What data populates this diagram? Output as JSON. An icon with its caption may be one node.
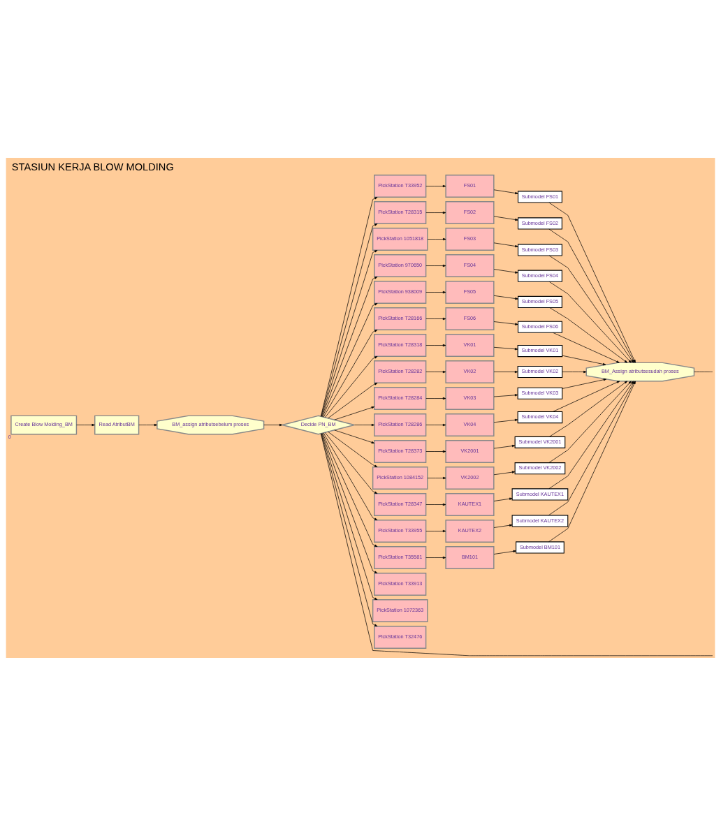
{
  "diagram": {
    "title": "STASIUN KERJA BLOW MOLDING",
    "nodes": [
      {
        "text": [
          "Create Blow Molding_BM"
        ],
        "beside": [
          "0"
        ]
      },
      {
        "text": [
          "Read AtributBM"
        ]
      },
      {
        "text": [
          "BM_assign atributsebelum proses"
        ]
      },
      {
        "text": [
          "Decide PN_BM"
        ]
      },
      {
        "text": [
          "PickStation T33952"
        ]
      },
      {
        "text": [
          "PickStation T28315"
        ]
      },
      {
        "text": [
          "PickStation 1051818"
        ]
      },
      {
        "text": [
          "PickStation 970650"
        ]
      },
      {
        "text": [
          "PickStation 938009"
        ]
      },
      {
        "text": [
          "PickStation T28166"
        ]
      },
      {
        "text": [
          "PickStation T28318"
        ]
      },
      {
        "text": [
          "PickStation T28282"
        ]
      },
      {
        "text": [
          "PickStation T28284"
        ]
      },
      {
        "text": [
          "PickStation T28286"
        ]
      },
      {
        "text": [
          "PickStation T28373"
        ]
      },
      {
        "text": [
          "PickStation 1084152"
        ]
      },
      {
        "text": [
          "PickStation T28347"
        ]
      },
      {
        "text": [
          "PickStation T33955"
        ]
      },
      {
        "text": [
          "PickStation T35581"
        ]
      },
      {
        "text": [
          "PickStation T33913"
        ]
      },
      {
        "text": [
          "PickStation 1072363"
        ]
      },
      {
        "text": [
          "PickStation T32476"
        ]
      },
      {
        "text": [
          "FS01"
        ]
      },
      {
        "text": [
          "FS02"
        ]
      },
      {
        "text": [
          "FS03"
        ]
      },
      {
        "text": [
          "FS04"
        ]
      },
      {
        "text": [
          "FS05"
        ]
      },
      {
        "text": [
          "FS06"
        ]
      },
      {
        "text": [
          "VK01"
        ]
      },
      {
        "text": [
          "VK02"
        ]
      },
      {
        "text": [
          "VK03"
        ]
      },
      {
        "text": [
          "VK04"
        ]
      },
      {
        "text": [
          "VK2001"
        ]
      },
      {
        "text": [
          "VK2002"
        ]
      },
      {
        "text": [
          "KAUTEX1"
        ]
      },
      {
        "text": [
          "KAUTEX2"
        ]
      },
      {
        "text": [
          "BM101"
        ]
      },
      {
        "text": [
          "Submodel FS01"
        ]
      },
      {
        "text": [
          "Submodel FS02"
        ]
      },
      {
        "text": [
          "Submodel FS03"
        ]
      },
      {
        "text": [
          "Submodel FS04"
        ]
      },
      {
        "text": [
          "Submodel FS05"
        ]
      },
      {
        "text": [
          "Submodel FS06"
        ]
      },
      {
        "text": [
          "Submodel VK01"
        ]
      },
      {
        "text": [
          "Submodel VK02"
        ]
      },
      {
        "text": [
          "Submodel VK03"
        ]
      },
      {
        "text": [
          "Submodel VK04"
        ]
      },
      {
        "text": [
          "Submodel VK2001"
        ]
      },
      {
        "text": [
          "Submodel VK2002"
        ]
      },
      {
        "text": [
          "Submodel KAUTEX1"
        ]
      },
      {
        "text": [
          "Submodel KAUTEX2"
        ]
      },
      {
        "text": [
          "Submodel BM101"
        ]
      },
      {
        "text": [
          "BM_Assign atributsesudah proses"
        ]
      }
    ],
    "edges": [
      {
        "from": 0,
        "to": 1,
        "arrow": "to"
      },
      {
        "from": 1,
        "to": 2,
        "arrow": "to"
      },
      {
        "from": 2,
        "to": 3,
        "arrow": "to"
      },
      {
        "from": 3,
        "to": null,
        "arrow": "none"
      },
      {
        "from": 3,
        "to": 4,
        "arrow": "to"
      },
      {
        "from": 3,
        "to": 5,
        "arrow": "to"
      },
      {
        "from": 3,
        "to": 6,
        "arrow": "to"
      },
      {
        "from": 3,
        "to": 7,
        "arrow": "to"
      },
      {
        "from": 3,
        "to": 8,
        "arrow": "to"
      },
      {
        "from": 3,
        "to": 9,
        "arrow": "to"
      },
      {
        "from": 3,
        "to": 10,
        "arrow": "to"
      },
      {
        "from": 3,
        "to": 11,
        "arrow": "to"
      },
      {
        "from": 3,
        "to": 12,
        "arrow": "to"
      },
      {
        "from": 3,
        "to": 13,
        "arrow": "to"
      },
      {
        "from": 3,
        "to": 14,
        "arrow": "to"
      },
      {
        "from": 3,
        "to": 15,
        "arrow": "to"
      },
      {
        "from": 3,
        "to": 16,
        "arrow": "to"
      },
      {
        "from": 3,
        "to": 17,
        "arrow": "to"
      },
      {
        "from": 3,
        "to": 18,
        "arrow": "to"
      },
      {
        "from": 3,
        "to": 19,
        "arrow": "to"
      },
      {
        "from": 3,
        "to": 20,
        "arrow": "to"
      },
      {
        "from": 3,
        "to": 21,
        "arrow": "to"
      },
      {
        "from": 4,
        "to": 22,
        "arrow": "to"
      },
      {
        "from": 5,
        "to": 23,
        "arrow": "to"
      },
      {
        "from": 6,
        "to": 24,
        "arrow": "to"
      },
      {
        "from": 7,
        "to": 25,
        "arrow": "to"
      },
      {
        "from": 8,
        "to": 26,
        "arrow": "to"
      },
      {
        "from": 9,
        "to": 27,
        "arrow": "to"
      },
      {
        "from": 10,
        "to": 28,
        "arrow": "to"
      },
      {
        "from": 11,
        "to": 29,
        "arrow": "to"
      },
      {
        "from": 12,
        "to": 30,
        "arrow": "to"
      },
      {
        "from": 13,
        "to": 31,
        "arrow": "to"
      },
      {
        "from": 14,
        "to": 32,
        "arrow": "to"
      },
      {
        "from": 15,
        "to": 33,
        "arrow": "to"
      },
      {
        "from": 16,
        "to": 34,
        "arrow": "to"
      },
      {
        "from": 17,
        "to": 35,
        "arrow": "to"
      },
      {
        "from": 18,
        "to": 36,
        "arrow": "to"
      },
      {
        "from": 22,
        "to": 37,
        "arrow": "to"
      },
      {
        "from": 23,
        "to": 38,
        "arrow": "to"
      },
      {
        "from": 24,
        "to": 39,
        "arrow": "to"
      },
      {
        "from": 25,
        "to": 40,
        "arrow": "to"
      },
      {
        "from": 26,
        "to": 41,
        "arrow": "to"
      },
      {
        "from": 27,
        "to": 42,
        "arrow": "to"
      },
      {
        "from": 28,
        "to": 43,
        "arrow": "to"
      },
      {
        "from": 29,
        "to": 44,
        "arrow": "to"
      },
      {
        "from": 30,
        "to": 45,
        "arrow": "to"
      },
      {
        "from": 31,
        "to": 46,
        "arrow": "to"
      },
      {
        "from": 32,
        "to": 47,
        "arrow": "to"
      },
      {
        "from": 33,
        "to": 48,
        "arrow": "to"
      },
      {
        "from": 34,
        "to": 49,
        "arrow": "to"
      },
      {
        "from": 35,
        "to": 50,
        "arrow": "to"
      },
      {
        "from": 36,
        "to": 51,
        "arrow": "to"
      },
      {
        "from": 37,
        "to": 52,
        "arrow": "to"
      },
      {
        "from": 38,
        "to": 52,
        "arrow": "to"
      },
      {
        "from": 39,
        "to": 52,
        "arrow": "to"
      },
      {
        "from": 40,
        "to": 52,
        "arrow": "to"
      },
      {
        "from": 41,
        "to": 52,
        "arrow": "to"
      },
      {
        "from": 42,
        "to": 52,
        "arrow": "to"
      },
      {
        "from": 43,
        "to": 52,
        "arrow": "to"
      },
      {
        "from": 44,
        "to": 52,
        "arrow": "to"
      },
      {
        "from": 45,
        "to": 52,
        "arrow": "to"
      },
      {
        "from": 46,
        "to": 52,
        "arrow": "to"
      },
      {
        "from": 47,
        "to": 52,
        "arrow": "to"
      },
      {
        "from": 48,
        "to": 52,
        "arrow": "to"
      },
      {
        "from": 49,
        "to": 52,
        "arrow": "to"
      },
      {
        "from": 50,
        "to": 52,
        "arrow": "to"
      },
      {
        "from": 51,
        "to": 52,
        "arrow": "to"
      },
      {
        "from": 52,
        "to": null,
        "arrow": "none"
      }
    ]
  }
}
